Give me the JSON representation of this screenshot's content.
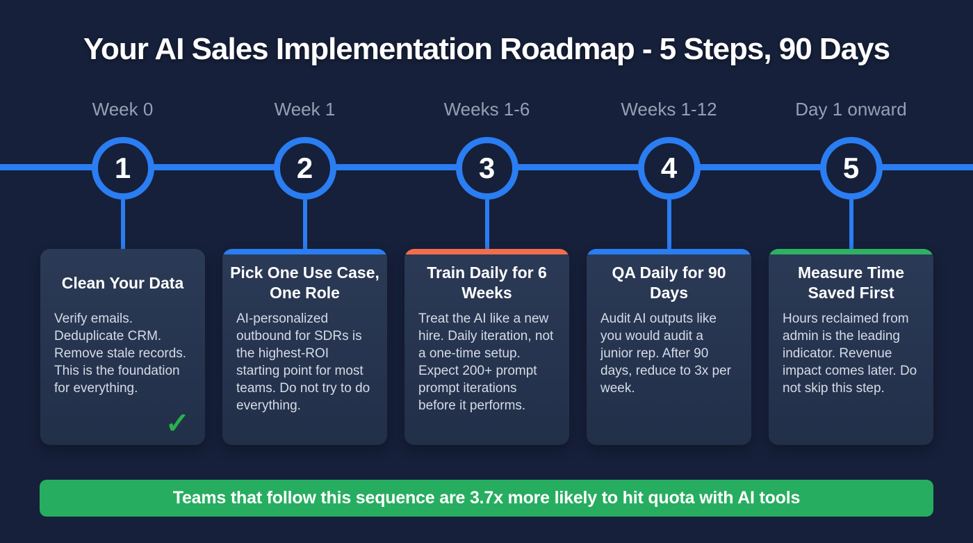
{
  "colors": {
    "background": "#16203a",
    "card_bg_top": "#2b3a56",
    "card_bg_bottom": "#222f49",
    "timeline_blue": "#2b7df2",
    "accent_blue": "#2b7df2",
    "accent_orange": "#f36d4d",
    "accent_green": "#2eb162",
    "banner_green": "#27ad60",
    "week_label": "#96a0b4",
    "body_text": "#d6dbe6",
    "check_green": "#27b14c"
  },
  "title": "Your AI Sales Implementation Roadmap - 5 Steps, 90 Days",
  "steps": [
    {
      "week": "Week 0",
      "number": "1",
      "title": "Clean Your Data",
      "body": "Verify emails. Deduplicate CRM. Remove stale records. This is the foundation for everything.",
      "accent": null,
      "check": "✓"
    },
    {
      "week": "Week 1",
      "number": "2",
      "title": "Pick One Use Case, One Role",
      "body": "AI-personalized outbound for SDRs is the highest-ROI starting point for most teams. Do not try to do everything.",
      "accent": "#2b7df2"
    },
    {
      "week": "Weeks 1-6",
      "number": "3",
      "title": "Train Daily for 6 Weeks",
      "body": "Treat the AI like a new hire. Daily iteration, not a one-time setup. Expect 200+ prompt prompt iterations before it performs.",
      "accent": "#f36d4d"
    },
    {
      "week": "Weeks 1-12",
      "number": "4",
      "title": "QA Daily for 90 Days",
      "body": "Audit AI outputs like you would audit a junior rep. After 90 days, reduce to 3x per week.",
      "accent": "#2b7df2"
    },
    {
      "week": "Day 1 onward",
      "number": "5",
      "title": "Measure Time Saved First",
      "body": "Hours reclaimed from admin is the leading indicator. Revenue impact comes later. Do not skip this step.",
      "accent": "#2eb162"
    }
  ],
  "banner": {
    "text": "Teams that follow this sequence are 3.7x more likely to hit quota with AI tools"
  }
}
